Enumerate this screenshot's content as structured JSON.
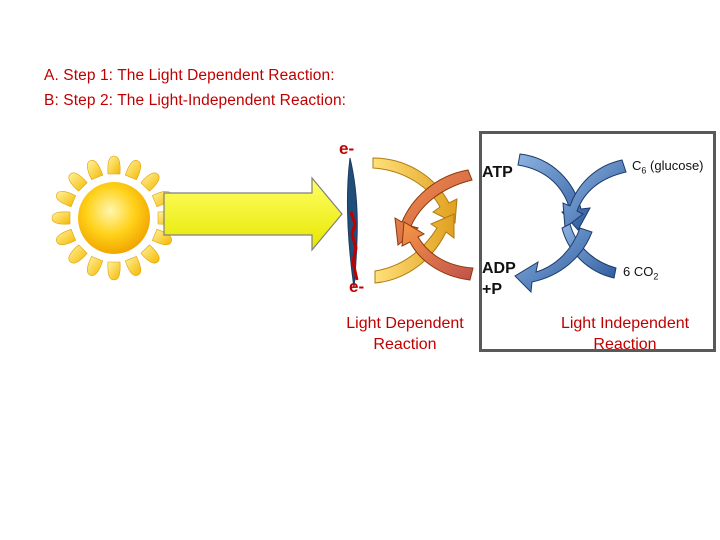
{
  "heading": {
    "step_a": "A. Step 1: The Light Dependent Reaction:",
    "step_b": "B: Step 2:  The Light-Independent Reaction:"
  },
  "labels": {
    "electron_top": "e-",
    "electron_bottom": "e-",
    "atp": "ATP",
    "adp_line1": "ADP",
    "adp_line2": "+P",
    "glucose_prefix": "C",
    "glucose_subscript": "6",
    "glucose_suffix": "(glucose)",
    "co2_prefix": "6 CO",
    "co2_subscript": "2"
  },
  "captions": {
    "light_dependent_line1": "Light Dependent",
    "light_dependent_line2": "Reaction",
    "light_independent_line1": "Light Independent",
    "light_independent_line2": "Reaction"
  },
  "colors": {
    "heading_red": "#c00000",
    "sun_yellow": "#ffc000",
    "arrow_yellow": "#ffff00",
    "cycle_orange": "#e36c09",
    "cycle_gold": "#f0b030",
    "cycle_blue": "#4472c4",
    "box_border": "#595959"
  },
  "icons": [
    "sun-icon",
    "right-arrow-icon",
    "chlorophyll-icon"
  ]
}
